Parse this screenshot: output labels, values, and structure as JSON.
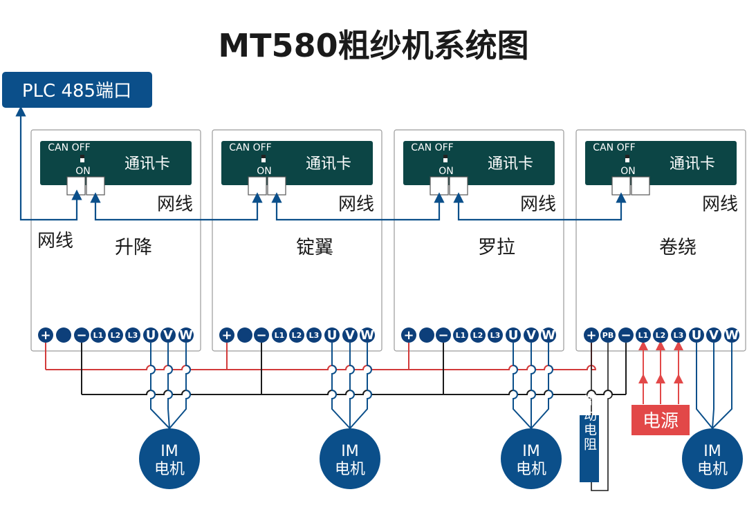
{
  "title": "MT580粗纱机系统图",
  "plc_port": "PLC 485端口",
  "units": [
    {
      "name": "升降",
      "terminals": [
        "+",
        "",
        "−",
        "L1",
        "L2",
        "L3",
        "U",
        "V",
        "W"
      ],
      "motor": {
        "line1": "IM",
        "line2": "电机"
      }
    },
    {
      "name": "锭翼",
      "terminals": [
        "+",
        "",
        "−",
        "L1",
        "L2",
        "L3",
        "U",
        "V",
        "W"
      ],
      "motor": {
        "line1": "IM",
        "line2": "电机"
      }
    },
    {
      "name": "罗拉",
      "terminals": [
        "+",
        "",
        "−",
        "L1",
        "L2",
        "L3",
        "U",
        "V",
        "W"
      ],
      "motor": {
        "line1": "IM",
        "line2": "电机"
      }
    },
    {
      "name": "卷绕",
      "terminals": [
        "+",
        "PB",
        "−",
        "L1",
        "L2",
        "L3",
        "U",
        "V",
        "W"
      ],
      "motor": {
        "line1": "IM",
        "line2": "电机"
      }
    }
  ],
  "comm_card": {
    "label": "通讯卡",
    "switch_top": "CAN OFF",
    "switch_bottom": "ON"
  },
  "cable_label": "网线",
  "brake_resistor": "制动电阻",
  "power_source": "电源",
  "colors": {
    "dark_blue": "#0b4f8a",
    "terminal_blue": "#0d3f7a",
    "card_green": "#0c4545",
    "dc_red": "#d23a3a",
    "power_red": "#e24848"
  }
}
